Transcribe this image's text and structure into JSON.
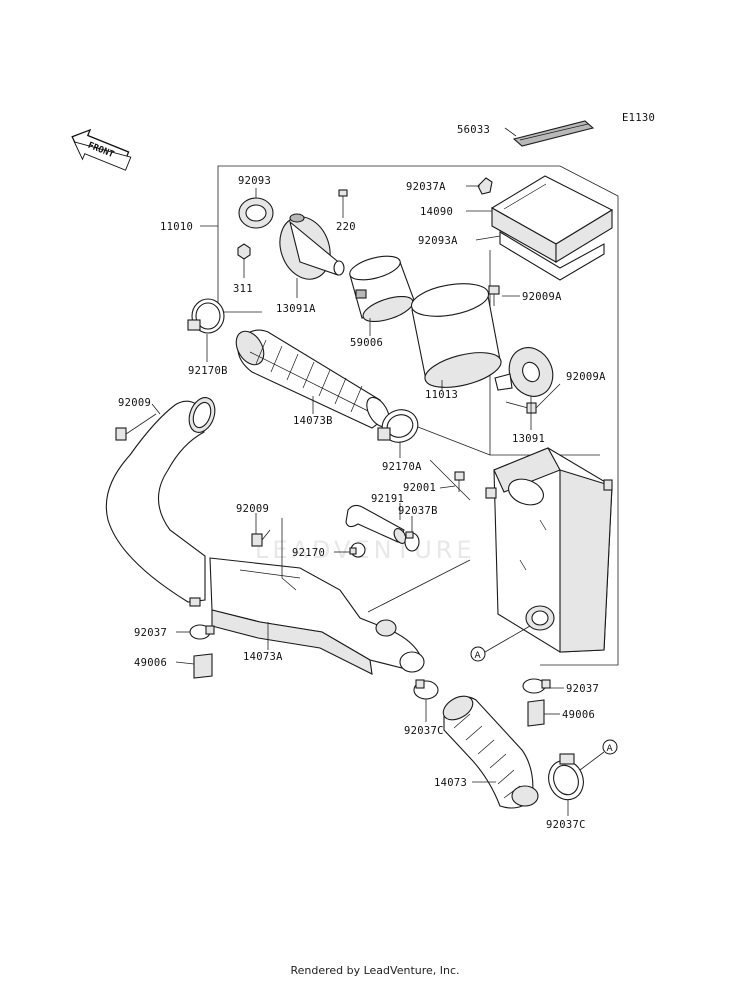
{
  "diagram_code": "E1130",
  "direction_badge": "FRONT",
  "callout_letter": "A",
  "watermark": "LEADVENTURE",
  "footer": "Rendered by LeadVenture, Inc.",
  "colors": {
    "line": "#1a1a1a",
    "shade": "#e6e6e6",
    "dark": "#b8b8b8"
  },
  "parts": {
    "p56033": "56033",
    "p92037A": "92037A",
    "p14090": "14090",
    "p92093A": "92093A",
    "p92093": "92093",
    "p220": "220",
    "p11010": "11010",
    "p311": "311",
    "p13091A": "13091A",
    "p92009A": "92009A",
    "p59006": "59006",
    "p92170B": "92170B",
    "p11013": "11013",
    "p92009A_2": "92009A",
    "p92009": "92009",
    "p14073B": "14073B",
    "p13091": "13091",
    "p92170A": "92170A",
    "p92001": "92001",
    "p92191": "92191",
    "p92009_2": "92009",
    "p92037B": "92037B",
    "p92170": "92170",
    "p92037": "92037",
    "p14073A": "14073A",
    "p49006": "49006",
    "p92037_2": "92037",
    "p49006_2": "49006",
    "p92037C": "92037C",
    "p14073": "14073",
    "p92037C_2": "92037C"
  }
}
